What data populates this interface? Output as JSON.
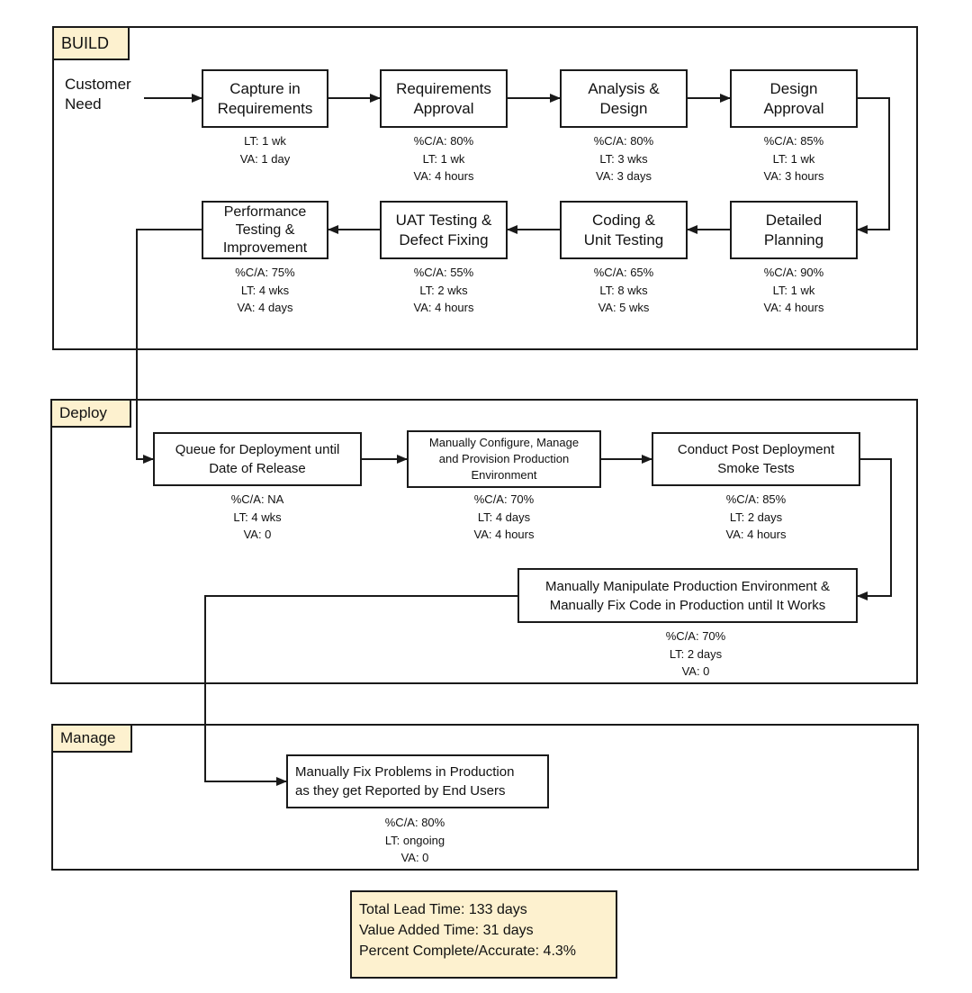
{
  "sections": {
    "build": "BUILD",
    "deploy": "Deploy",
    "manage": "Manage"
  },
  "customer_need": "Customer\nNeed",
  "build_steps": [
    {
      "label": "Capture in\nRequirements",
      "metrics": [
        "LT: 1 wk",
        "VA: 1 day"
      ]
    },
    {
      "label": "Requirements\nApproval",
      "metrics": [
        "%C/A: 80%",
        "LT: 1 wk",
        "VA: 4 hours"
      ]
    },
    {
      "label": "Analysis &\nDesign",
      "metrics": [
        "%C/A: 80%",
        "LT: 3 wks",
        "VA: 3 days"
      ]
    },
    {
      "label": "Design\nApproval",
      "metrics": [
        "%C/A: 85%",
        "LT: 1 wk",
        "VA: 3 hours"
      ]
    },
    {
      "label": "Detailed\nPlanning",
      "metrics": [
        "%C/A: 90%",
        "LT: 1 wk",
        "VA: 4 hours"
      ]
    },
    {
      "label": "Coding &\nUnit Testing",
      "metrics": [
        "%C/A: 65%",
        "LT: 8 wks",
        "VA: 5 wks"
      ]
    },
    {
      "label": "UAT Testing &\nDefect Fixing",
      "metrics": [
        "%C/A: 55%",
        "LT: 2 wks",
        "VA: 4 hours"
      ]
    },
    {
      "label": "Performance\nTesting &\nImprovement",
      "metrics": [
        "%C/A: 75%",
        "LT: 4 wks",
        "VA: 4 days"
      ]
    }
  ],
  "deploy_steps": [
    {
      "label": "Queue for Deployment until\nDate of Release",
      "metrics": [
        "%C/A: NA",
        "LT: 4 wks",
        "VA: 0"
      ]
    },
    {
      "label": "Manually Configure, Manage\nand Provision Production\nEnvironment",
      "metrics": [
        "%C/A: 70%",
        "LT: 4 days",
        "VA: 4 hours"
      ]
    },
    {
      "label": "Conduct Post Deployment\nSmoke Tests",
      "metrics": [
        "%C/A: 85%",
        "LT: 2 days",
        "VA: 4 hours"
      ]
    },
    {
      "label": "Manually Manipulate Production Environment &\nManually Fix Code in Production until It Works",
      "metrics": [
        "%C/A: 70%",
        "LT: 2 days",
        "VA: 0"
      ]
    }
  ],
  "manage_steps": [
    {
      "label": "Manually Fix Problems in Production\nas they get Reported by End Users",
      "metrics": [
        "%C/A: 80%",
        "LT: ongoing",
        "VA: 0"
      ]
    }
  ],
  "summary": {
    "total_lead_time": "Total Lead Time: 133 days",
    "value_added_time": "Value Added Time: 31 days",
    "percent_complete": "Percent Complete/Accurate:  4.3%"
  },
  "colors": {
    "label_fill": "#fdf1cf",
    "line": "#1a1a1a"
  }
}
